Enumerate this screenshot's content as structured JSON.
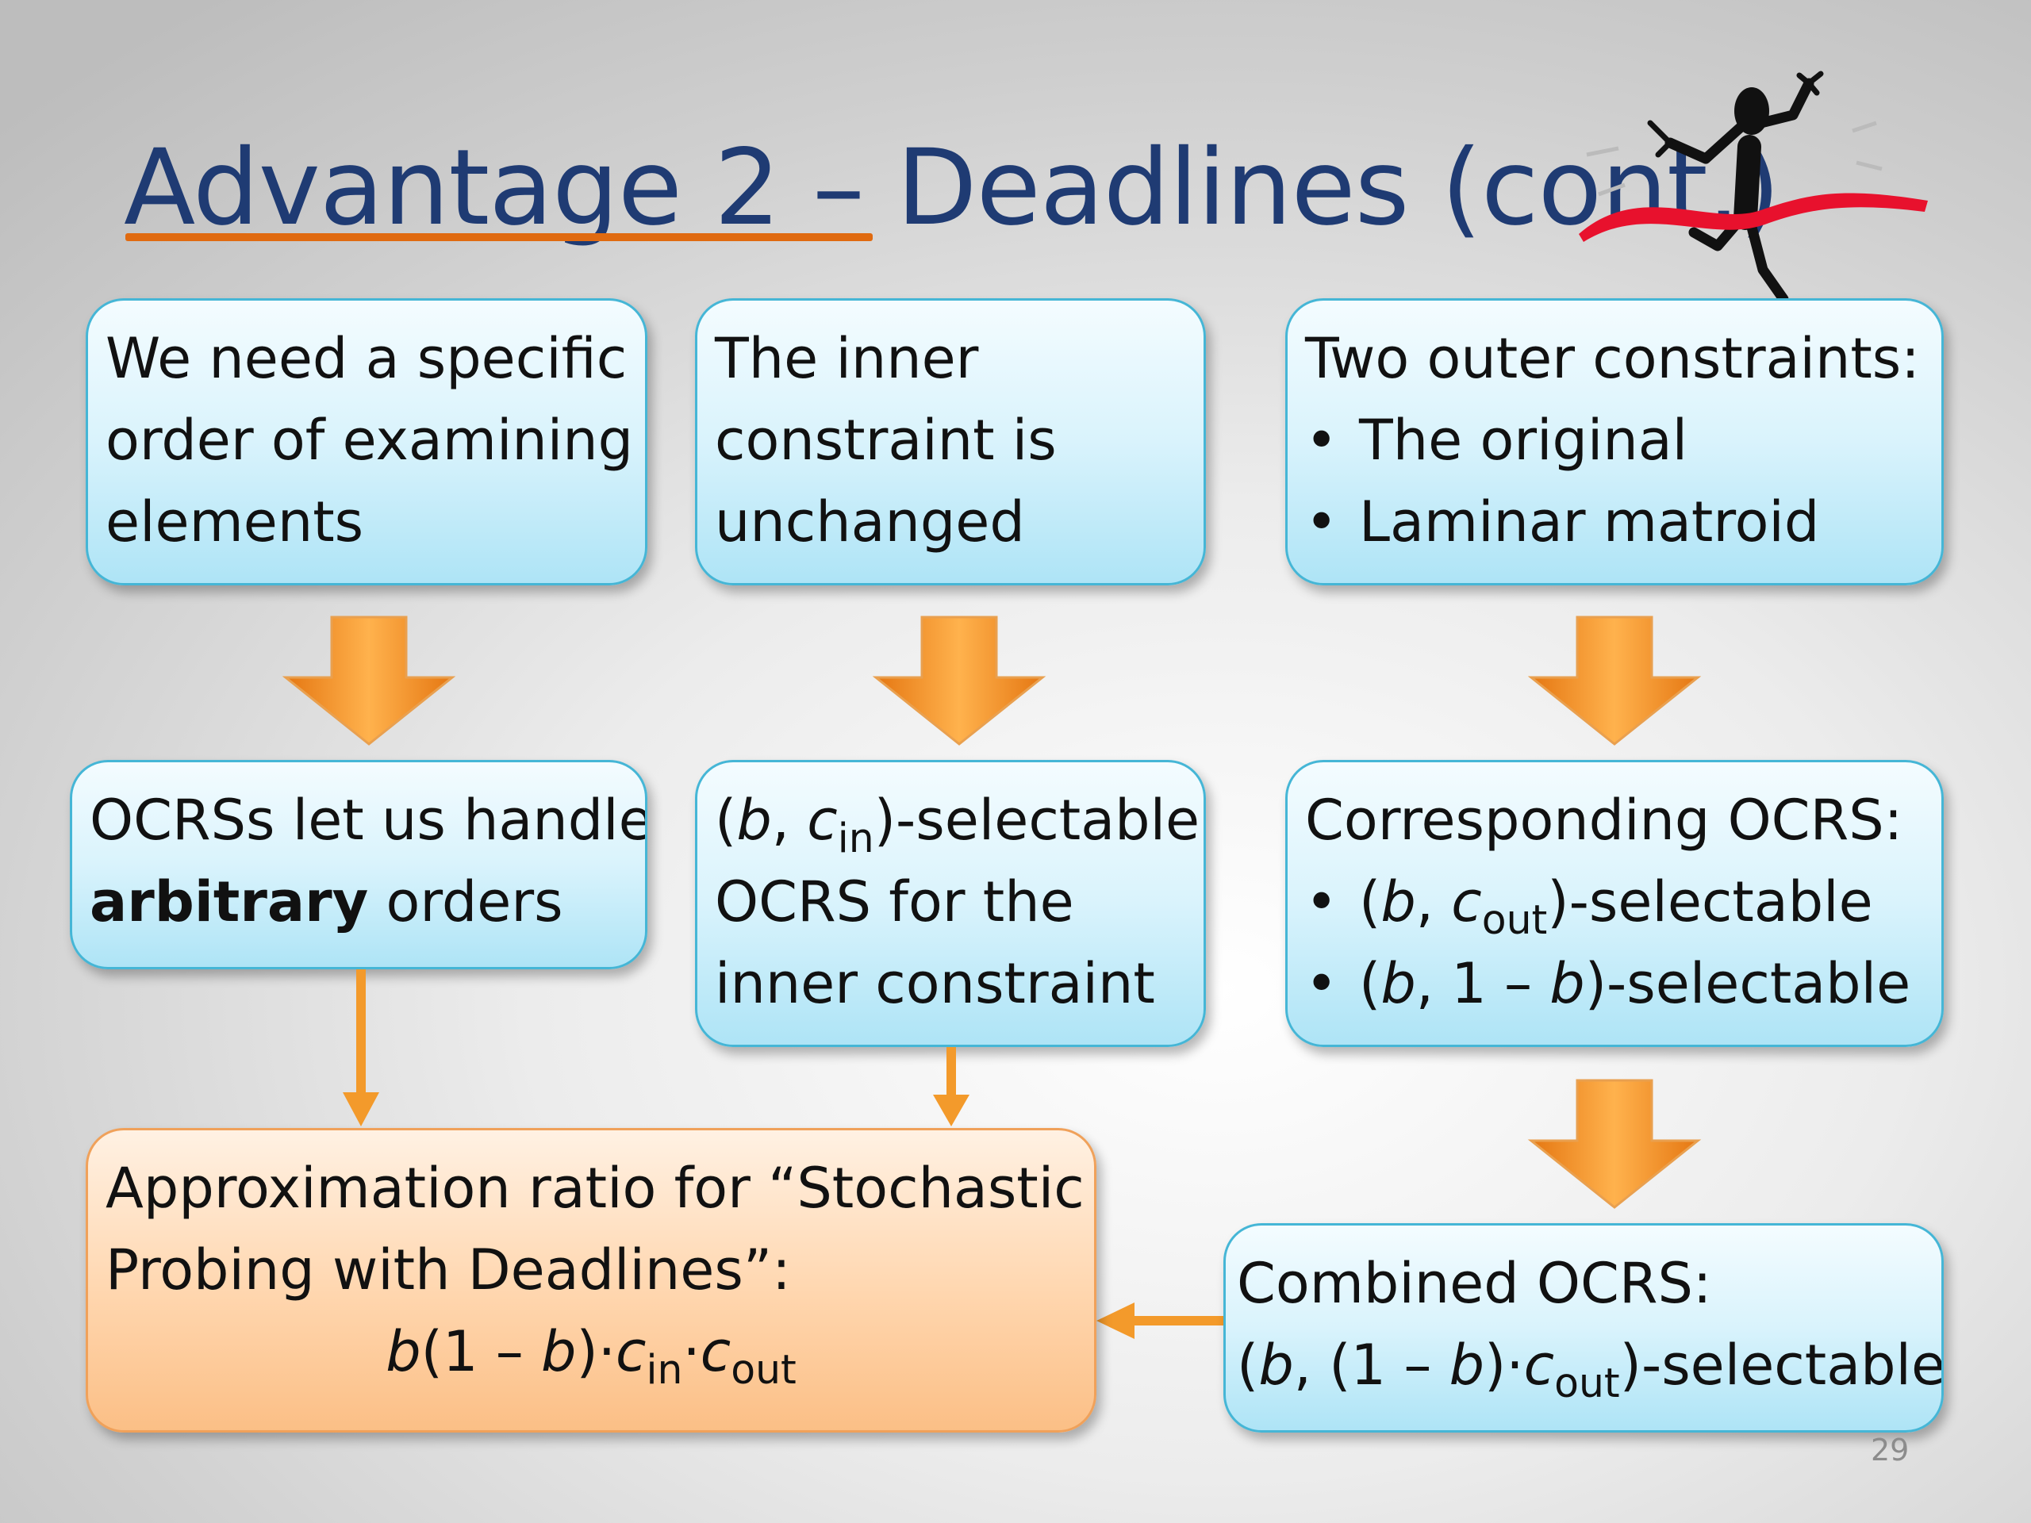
{
  "slide": {
    "title": "Advantage 2 – Deadlines (cont.)",
    "page_number": "29",
    "colors": {
      "title": "#1f3b73",
      "underline": "#e06a10",
      "box_border": "#45b6d6",
      "arrow": "#f39a2b",
      "result_box": "#fbbf86"
    }
  },
  "boxes": {
    "order": {
      "lines": [
        "We need a specific",
        "order of examining",
        "elements"
      ]
    },
    "inner": {
      "lines": [
        "The inner",
        "constraint is",
        "unchanged"
      ]
    },
    "outer": {
      "heading": "Two outer constraints:",
      "bullet": "•",
      "bullets": [
        "The original",
        "Laminar matroid"
      ]
    },
    "ocrs_orders": {
      "line1": "OCRSs let us handle",
      "bold": "arbitrary",
      "rest": " orders"
    },
    "selectable": {
      "open": "(",
      "b": "b",
      "comma": ", ",
      "c": "c",
      "sub_in": "in",
      "close": ")-selectable",
      "line2": "OCRS for the",
      "line3": "inner constraint"
    },
    "corresponding": {
      "heading": "Corresponding OCRS:",
      "bullet": "•",
      "b1_open": "(",
      "b1_b": "b",
      "b1_comma": ", ",
      "b1_c": "c",
      "b1_sub": "out",
      "b1_close": ")-selectable",
      "b2_open": "(",
      "b2_b": "b",
      "b2_mid": ", 1 – ",
      "b2_b2": "b",
      "b2_close": ")-selectable"
    },
    "approx": {
      "line1": "Approximation ratio for “Stochastic",
      "line2": "Probing with Deadlines”:",
      "f_b": "b",
      "f_paren": "(1 – ",
      "f_b2": "b",
      "f_dot1": ")·",
      "f_c1": "c",
      "f_sub1": "in",
      "f_dot2": "·",
      "f_c2": "c",
      "f_sub2": "out"
    },
    "combined": {
      "line1": "Combined OCRS:",
      "open": "(",
      "b": "b",
      "mid": ", (1 – ",
      "b2": "b",
      "dot": ")·",
      "c": "c",
      "sub": "out",
      "close": ")-selectable"
    }
  }
}
